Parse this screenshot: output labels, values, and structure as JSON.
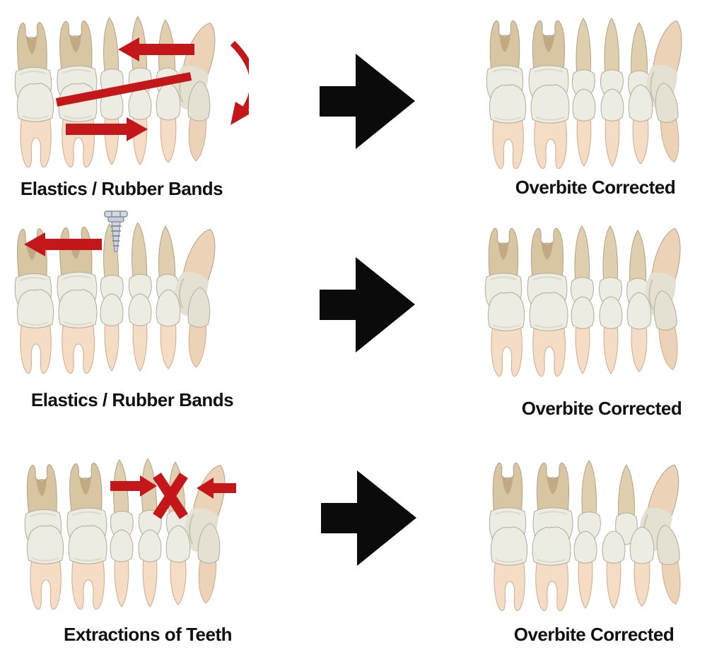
{
  "figure": {
    "background": "#ffffff",
    "colors": {
      "annotation_red": "#c4171a",
      "transition_arrow_black": "#0b0b0b",
      "label_text": "#111111"
    },
    "rows": [
      {
        "before": {
          "label": "Elastics / Rubber Bands",
          "annotations": [
            "retraction-arrow-left",
            "elastic-band-diagonal",
            "advance-arrow-right",
            "rotation-curved-arrow"
          ]
        },
        "transition": {
          "arrow": "black-right-arrow"
        },
        "after": {
          "label": "Overbite Corrected",
          "teeth": "corrected"
        }
      },
      {
        "before": {
          "label": "Elastics / Rubber Bands",
          "annotations": [
            "tad-anchor-screw",
            "retraction-arrow-left"
          ]
        },
        "transition": {
          "arrow": "black-right-arrow"
        },
        "after": {
          "label": "Overbite Corrected",
          "teeth": "corrected"
        }
      },
      {
        "before": {
          "label": "Extractions of Teeth",
          "annotations": [
            "mesial-push-arrow-right",
            "extraction-x",
            "distal-push-arrow-left"
          ]
        },
        "transition": {
          "arrow": "black-right-arrow"
        },
        "after": {
          "label": "Overbite Corrected",
          "teeth": "corrected-after-extraction"
        }
      }
    ]
  }
}
